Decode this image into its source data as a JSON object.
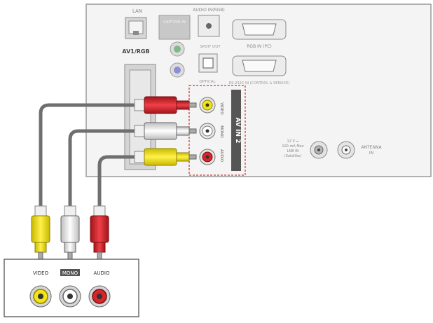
{
  "tv_panel": {
    "lan_label": "LAN",
    "av1rgb_label": "AV1/RGB",
    "audio_in_rgb_label": "AUDIO IN(RGB)",
    "optical_label": "OPTICAL",
    "captions_label": "CAPTION IN",
    "rgb_in_label": "RGB IN (PC)",
    "rs232c_label": "RS-232C IN (CONTROL & SERVICE)",
    "spdif_label": "SPDIF OUT",
    "av_in_2_label": "AV IN 2",
    "video_vertical_label": "VIDEO",
    "mono_label": "MONO",
    "audio_vertical_label": "AUDIO",
    "power_label_1": "12 V ⎓",
    "power_label_2": "100 mA Max",
    "power_label_3": "LNB IN",
    "power_label_4": "(Satellite)",
    "antenna_label_1": "ANTENNA",
    "antenna_label_2": "IN"
  },
  "device_box": {
    "video_label": "VIDEO",
    "mono_label": "MONO",
    "audio_label": "AUDIO"
  },
  "colors": {
    "video_yellow": "#f2e416",
    "audio_red": "#d8252c",
    "audio_white": "#f2f2f2",
    "cable_gray": "#6f6f6f",
    "dashed_border": "#d23a3a"
  }
}
